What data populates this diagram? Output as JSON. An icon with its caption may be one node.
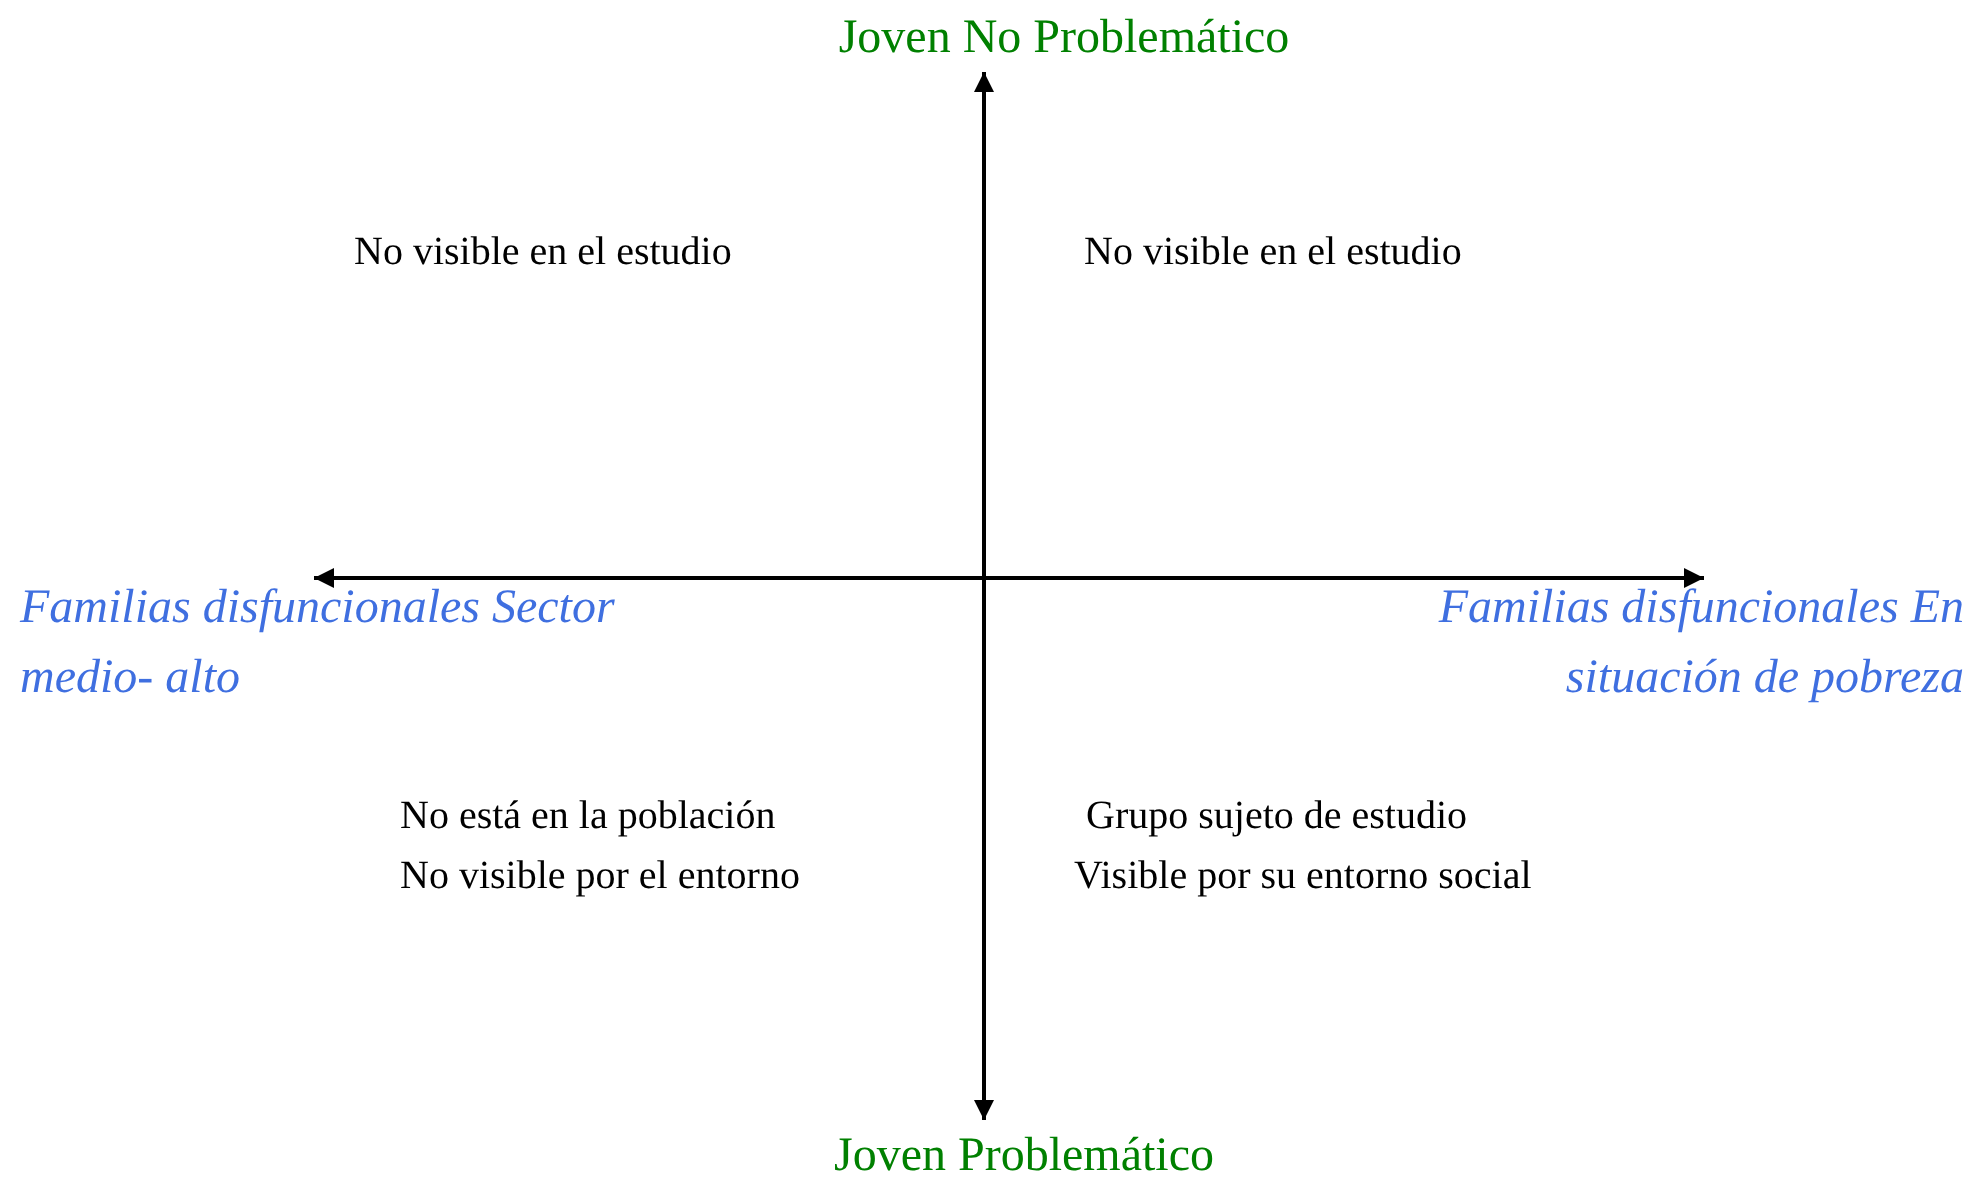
{
  "diagram": {
    "labels": [
      "Joven No Problemático",
      "No visible en el estudio",
      "No visible en el estudio",
      "Familias disfuncionales Sector medio- alto",
      "Familias disfuncionales En situación de pobreza",
      "No está en la población",
      "Grupo sujeto de estudio",
      "No visible por el entorno",
      "Visible por su entorno social",
      "Joven Problemático"
    ]
  }
}
